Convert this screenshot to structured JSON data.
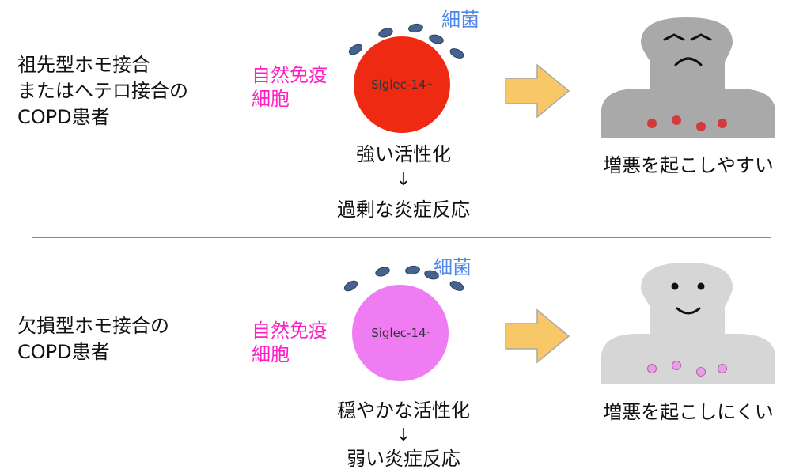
{
  "colors": {
    "cell_label": "#ff1fc4",
    "bacteria_label": "#4f87e8",
    "cell_strong": "#ef2a12",
    "cell_weak": "#ef7cf3",
    "bacteria": "#46638f",
    "arrow_fill": "#f8c767",
    "arrow_stroke": "#a9a9a9",
    "face_sick": "#a9a9a9",
    "face_healthy": "#d6d6d6",
    "dot_strong": "#d33b3b",
    "dot_weak": "#e8a0e4"
  },
  "rows": [
    {
      "group_lines": [
        "祖先型ホモ接合",
        "またはヘテロ接合の",
        "COPD患者"
      ],
      "cell_label_lines": [
        "自然免疫",
        "細胞"
      ],
      "bacteria_label": "細菌",
      "cell_text": "Siglec-14",
      "cell_sup": "+",
      "activation": "強い活性化",
      "arrow": "↓",
      "reaction": "過剰な炎症反応",
      "outcome": "増悪を起こしやすい"
    },
    {
      "group_lines": [
        "欠損型ホモ接合の",
        "COPD患者"
      ],
      "cell_label_lines": [
        "自然免疫",
        "細胞"
      ],
      "bacteria_label": "細菌",
      "cell_text": "Siglec-14",
      "cell_sup": "-",
      "activation": "穏やかな活性化",
      "arrow": "↓",
      "reaction": "弱い炎症反応",
      "outcome": "増悪を起こしにくい"
    }
  ]
}
